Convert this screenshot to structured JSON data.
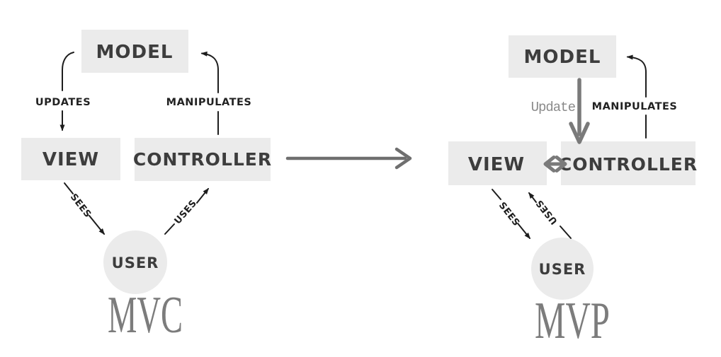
{
  "colors": {
    "background": "#ffffff",
    "box_fill": "#ebebeb",
    "node_text": "#3d3d3d",
    "edge_label_text": "#222222",
    "thin_arrow": "#1d1d1d",
    "gray_transition_arrow": "#6f6f6f",
    "thick_gray_arrow": "#7a7a7a",
    "update_label_text": "#8a8a8a",
    "title_text": "#7c7c7c"
  },
  "mvc": {
    "title": "MVC",
    "nodes": {
      "model": "MODEL",
      "view": "VIEW",
      "controller": "CONTROLLER",
      "user": "USER"
    },
    "edges": {
      "model_to_view": "UPDATES",
      "controller_to_model": "MANIPULATES",
      "view_to_user": "SEES",
      "user_to_controller": "USES"
    }
  },
  "mvp": {
    "title": "MVP",
    "nodes": {
      "model": "MODEL",
      "view": "VIEW",
      "controller": "CONTROLLER",
      "user": "USER"
    },
    "edges": {
      "model_to_controller": "Update",
      "controller_to_model": "MANIPULATES",
      "view_to_user": "SEES",
      "user_to_view": "USES",
      "view_controller": "two-way"
    }
  }
}
